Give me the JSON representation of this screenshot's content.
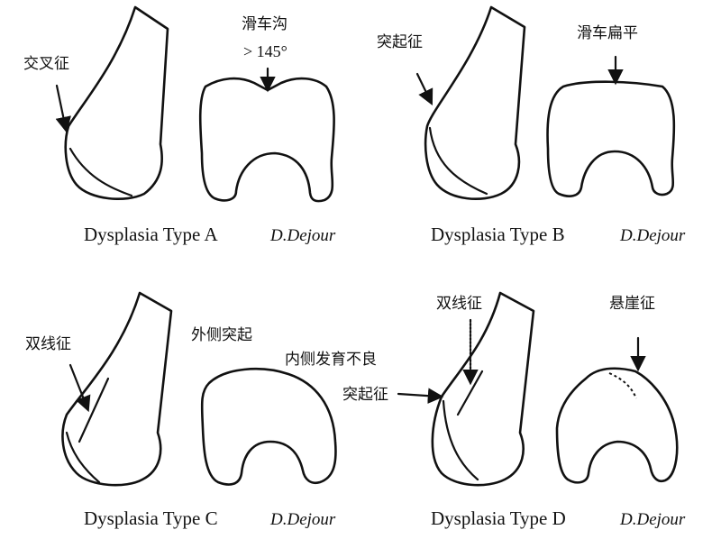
{
  "panels": {
    "a": {
      "caption": "Dysplasia Type A",
      "signature": "D.Dejour",
      "label_crossing": "交叉征",
      "label_groove": "滑车沟",
      "label_angle": "> 145°"
    },
    "b": {
      "caption": "Dysplasia Type B",
      "signature": "D.Dejour",
      "label_spur": "突起征",
      "label_flat": "滑车扁平"
    },
    "c": {
      "caption": "Dysplasia Type C",
      "signature": "D.Dejour",
      "label_double": "双线征",
      "label_lateral": "外侧突起",
      "label_medial": "内侧发育不良"
    },
    "d": {
      "caption": "Dysplasia Type D",
      "signature": "D.Dejour",
      "label_double": "双线征",
      "label_spur": "突起征",
      "label_cliff": "悬崖征"
    }
  }
}
